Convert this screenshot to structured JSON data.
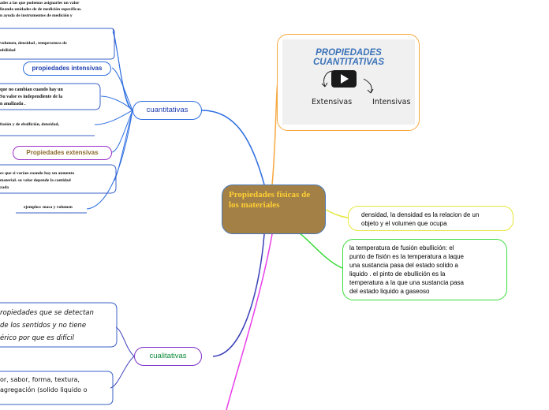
{
  "center": {
    "title": "Propiedades físicas de los materiales"
  },
  "branches": {
    "cuantitativas": "cuantitativas",
    "cualitativas": "cualitativas"
  },
  "left_top": {
    "def_line1": "ades a las que podemos asignarles un valor",
    "def_line2": "lizando unidades de de medición específicas.",
    "def_line3": "n ayuda de instrumentos de medición y",
    "examples_line1": "volumen, densidad , temperatura de",
    "examples_line2": "ubilidad",
    "intensivas_label": "propiedades intensivas",
    "int_desc_line1": "que no cambian cuando hay un",
    "int_desc_line2": "Su valor es independiente de la",
    "int_desc_line3": "n analizada .",
    "int_examples": "fusión y de ebullición, densidad,",
    "extensivas_label": "Propiedades extensivas",
    "ext_desc_line1": "es que si varían cuando hay un aumento",
    "ext_desc_line2": "material. su valor depende la cantidad",
    "ext_desc_line3": "zada",
    "ext_examples": "ejemplos: masa y volumen"
  },
  "left_bottom": {
    "qual_desc_line1": "ropiedades que se detectan",
    "qual_desc_line2": "de los sentidos y no tiene",
    "qual_desc_line3": "érico por que es difícil",
    "qual_examples_line1": "or, sabor, forma, textura,",
    "qual_examples_line2": "agregación (solido liquido o"
  },
  "media": {
    "title": "PROPIEDADES CUANTITATIVAS",
    "label_left": "Extensivas",
    "label_right": "Intensivas",
    "icon": "play-icon"
  },
  "right": {
    "density_line1": "densidad, la densidad es la relacion de un",
    "density_line2": "objeto y el volumen que ocupa",
    "temp_line1": "la temperatura de  fusión ebullición:  el",
    "temp_line2": "punto de fisión es la temperatura a laque",
    "temp_line3": "una sustancia pasa del estado solido a",
    "temp_line4": "liquido  . el pinto de ebullición es la",
    "temp_line5": "temperatura a la que una sustancia pasa",
    "temp_line6": "del estado liquido a gaseoso"
  },
  "colors": {
    "center_fill": "#a38146",
    "center_text": "#ffcf33",
    "cuantitativas_line": "#2f6fe0",
    "cualitativas_line": "#7b2fc9",
    "media_border": "#f7a83e",
    "density_border": "#e6e63a",
    "temp_border": "#3ddc3d",
    "bottom_line": "#e83fe8"
  }
}
